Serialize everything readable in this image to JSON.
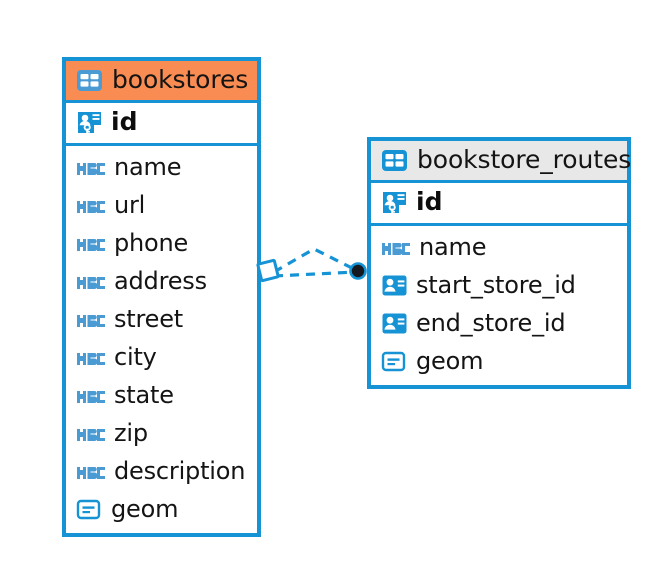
{
  "diagram": {
    "type": "entity-relationship-diagram",
    "background_color": "#ffffff",
    "accent_blue": "#1693d4",
    "accent_orange": "#f88c52",
    "header_gray": "#e8e8e8",
    "entities": [
      {
        "name": "bookstores",
        "header_color": "#f88c52",
        "header_icon": "table-icon",
        "primary_key": {
          "label": "id",
          "icon": "primary-key-icon"
        },
        "fields": [
          {
            "label": "name",
            "icon": "text-type-icon",
            "icon_text": "ABC"
          },
          {
            "label": "url",
            "icon": "text-type-icon",
            "icon_text": "ABC"
          },
          {
            "label": "phone",
            "icon": "text-type-icon",
            "icon_text": "ABC"
          },
          {
            "label": "address",
            "icon": "text-type-icon",
            "icon_text": "ABC"
          },
          {
            "label": "street",
            "icon": "text-type-icon",
            "icon_text": "ABC"
          },
          {
            "label": "city",
            "icon": "text-type-icon",
            "icon_text": "ABC"
          },
          {
            "label": "state",
            "icon": "text-type-icon",
            "icon_text": "ABC"
          },
          {
            "label": "zip",
            "icon": "text-type-icon",
            "icon_text": "ABC"
          },
          {
            "label": "description",
            "icon": "text-type-icon",
            "icon_text": "ABC"
          },
          {
            "label": "geom",
            "icon": "geometry-type-icon",
            "icon_text": ""
          }
        ]
      },
      {
        "name": "bookstore_routes",
        "header_color": "#e8e8e8",
        "header_icon": "table-icon",
        "primary_key": {
          "label": "id",
          "icon": "primary-key-icon"
        },
        "fields": [
          {
            "label": "name",
            "icon": "text-type-icon",
            "icon_text": "ABC"
          },
          {
            "label": "start_store_id",
            "icon": "foreign-key-icon",
            "icon_text": ""
          },
          {
            "label": "end_store_id",
            "icon": "foreign-key-icon",
            "icon_text": ""
          },
          {
            "label": "geom",
            "icon": "geometry-type-icon",
            "icon_text": ""
          }
        ]
      }
    ],
    "relationship": {
      "style": "dashed",
      "color": "#1693d4",
      "source_endpoint": "diamond-outline",
      "target_endpoint": "filled-circle",
      "target_endpoint_color": "#111827",
      "from_entity": "bookstores",
      "to_entity": "bookstore_routes"
    }
  }
}
